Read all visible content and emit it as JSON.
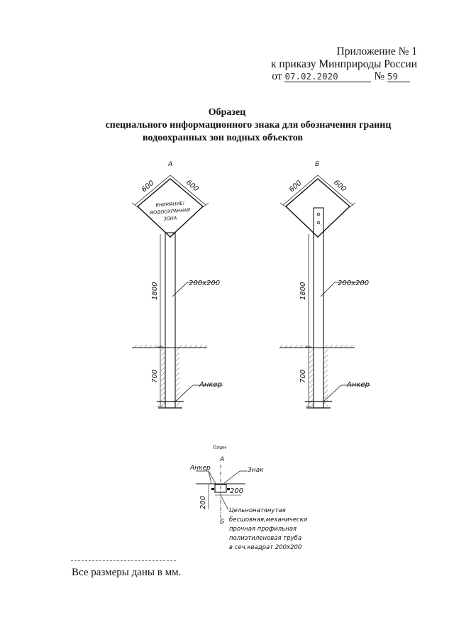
{
  "header": {
    "appendix": "Приложение № 1",
    "ref": "к приказу Минприроды России",
    "date_prefix": "от",
    "date": "07.02.2020",
    "num_prefix": "№",
    "num": "59"
  },
  "title": {
    "line1": "Образец",
    "line2": "специального информационного знака для обозначения границ",
    "line3": "водоохранных зон водных объектов"
  },
  "drawing_a": {
    "label": "А",
    "dim_left": "600",
    "dim_right": "600",
    "sign_line1": "ВНИМАНИЕ!",
    "sign_line2": "ВОДООХРАННАЯ",
    "sign_line3": "ЗОНА",
    "height_dim": "1800",
    "post_size": "200х200",
    "depth_dim": "700",
    "anchor": "Анкер"
  },
  "drawing_b": {
    "label": "Б",
    "dim_left": "600",
    "dim_right": "600",
    "height_dim": "1800",
    "post_size": "200х200",
    "depth_dim": "700",
    "anchor": "Анкер"
  },
  "plan": {
    "title": "План",
    "mark_a": "А",
    "mark_b": "Б",
    "anchor": "Анкер",
    "sign": "Знак",
    "size_h": "200",
    "size_v": "200",
    "note1": "Цельнонатянутая",
    "note2": "бесшовная,механически",
    "note3": "прочная профильная",
    "note4": "полиэтиленовая труба",
    "note5": "в сеч.квадрат 200х200"
  },
  "footnote": "Все размеры даны в мм."
}
